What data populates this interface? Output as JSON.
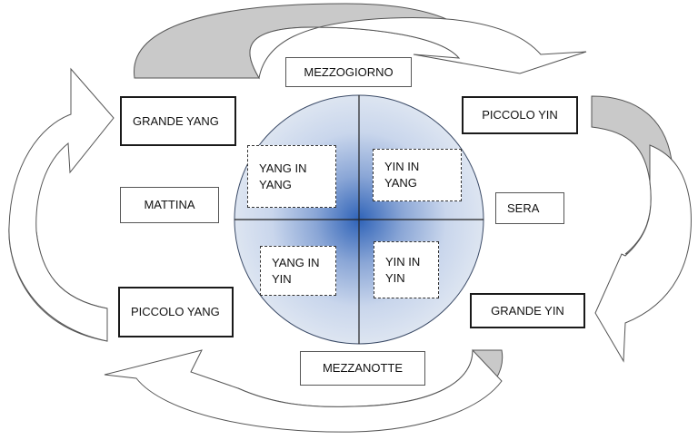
{
  "labels": {
    "mezzogiorno": "MEZZOGIORNO",
    "mattina": "MATTINA",
    "sera": "SERA",
    "mezzanotte": "MEZZANOTTE",
    "grande_yang": "GRANDE YANG",
    "piccolo_yin": "PICCOLO YIN",
    "grande_yin": "GRANDE YIN",
    "piccolo_yang": "PICCOLO YANG"
  },
  "quadrants": {
    "yang_in_yang": "YANG IN YANG",
    "yin_in_yang": "YIN IN YANG",
    "yang_in_yin": "YANG IN YIN",
    "yin_in_yin": "YIN IN YIN"
  },
  "colors": {
    "circle_center": "#2f63b8",
    "circle_edge": "#dbe3f0",
    "arrow_dark": "#c9c9c9",
    "arrow_light": "#ffffff"
  }
}
